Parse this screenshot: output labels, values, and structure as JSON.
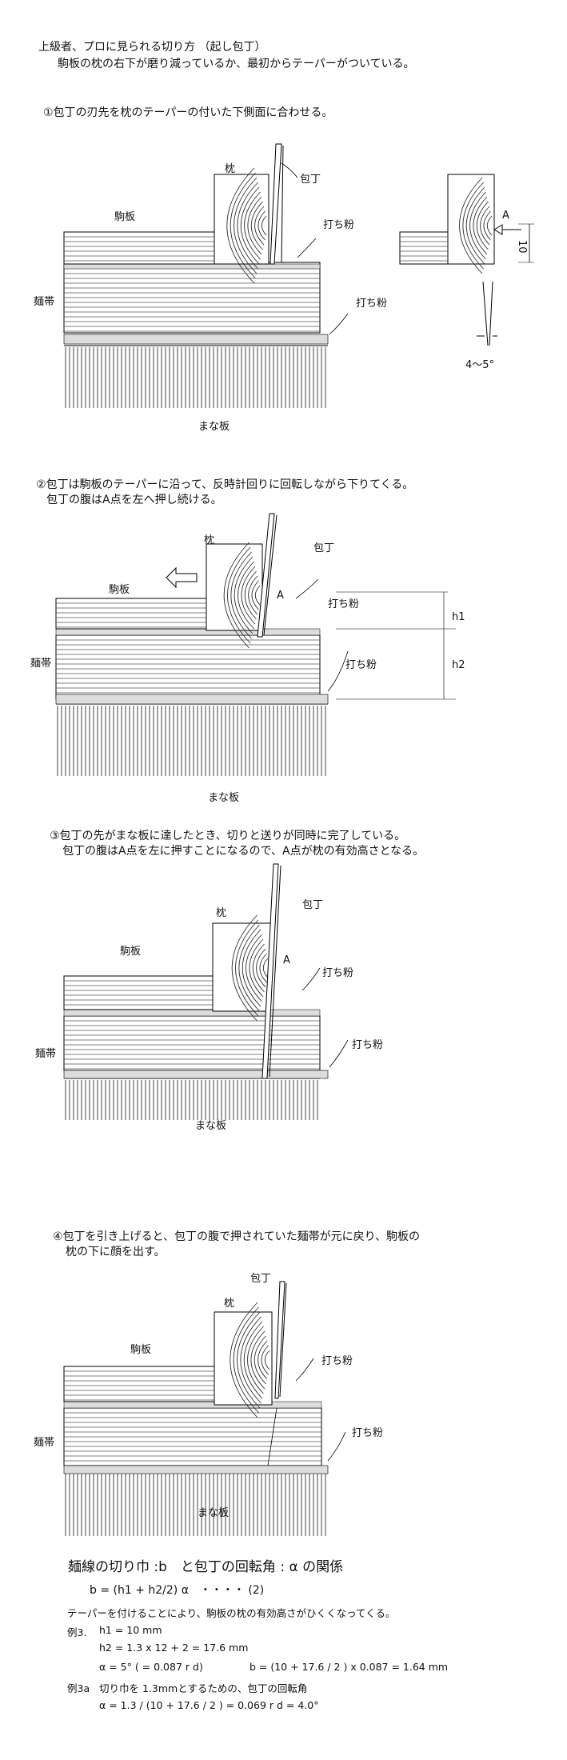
{
  "header": {
    "title": "上級者、プロに見られる切り方 （起し包丁）",
    "subtitle": "駒板の枕の右下が磨り減っているか、最初からテーパーがついている。"
  },
  "step1": {
    "caption": "①包丁の刃先を枕のテーパーの付いた下側面に合わせる。",
    "labels": {
      "makura": "枕",
      "houchou": "包丁",
      "komaita": "駒板",
      "uchiko1": "打ち粉",
      "mentai": "麺帯",
      "uchiko2": "打ち粉",
      "manaita": "まな板",
      "detail_a": "A",
      "detail_dim": "10",
      "detail_angle": "4～5°"
    }
  },
  "step2": {
    "caption1": "②包丁は駒板のテーパーに沿って、反時計回りに回転しながら下りてくる。",
    "caption2": "包丁の腹はA点を左へ押し続ける。",
    "labels": {
      "makura": "枕",
      "houchou": "包丁",
      "komaita": "駒板",
      "a": "A",
      "uchiko1": "打ち粉",
      "h1": "h1",
      "mentai": "麺帯",
      "uchiko2": "打ち粉",
      "h2": "h2",
      "manaita": "まな板"
    }
  },
  "step3": {
    "caption1": "③包丁の先がまな板に達したとき、切りと送りが同時に完了している。",
    "caption2": "包丁の腹はA点を左に押すことになるので、A点が枕の有効高さとなる。",
    "labels": {
      "makura": "枕",
      "houchou": "包丁",
      "komaita": "駒板",
      "a": "A",
      "uchiko1": "打ち粉",
      "mentai": "麺帯",
      "uchiko2": "打ち粉",
      "manaita": "まな板"
    }
  },
  "step4": {
    "caption1": "④包丁を引き上げると、包丁の腹で押されていた麺帯が元に戻り、駒板の",
    "caption2": "枕の下に顔を出す。",
    "labels": {
      "houchou": "包丁",
      "makura": "枕",
      "komaita": "駒板",
      "uchiko1": "打ち粉",
      "mentai": "麺帯",
      "uchiko2": "打ち粉",
      "manaita": "まな板"
    }
  },
  "formula": {
    "heading": "麺線の切り巾 :b　と包丁の回転角 : α の関係",
    "eq": "b = (h1 + h2/2) α　・・・・ (2)",
    "note": "テーパーを付けることにより、駒板の枕の有効高さがひくくなってくる。",
    "ex3_label": "例3.",
    "ex3_h1": "h1 = 10 mm",
    "ex3_h2": "h2 = 1.3 x 12 + 2 = 17.6 mm",
    "ex3_alpha": "α = 5° ( = 0.087 r d)",
    "ex3_b": "b = (10 + 17.6 / 2 ) x 0.087 = 1.64 mm",
    "ex3a_label": "例3a",
    "ex3a_text": "切り巾を 1.3mmとするための、包丁の回転角",
    "ex3a_eq": "α = 1.3 / (10 + 17.6 / 2 ) = 0.069 r d = 4.0°"
  }
}
